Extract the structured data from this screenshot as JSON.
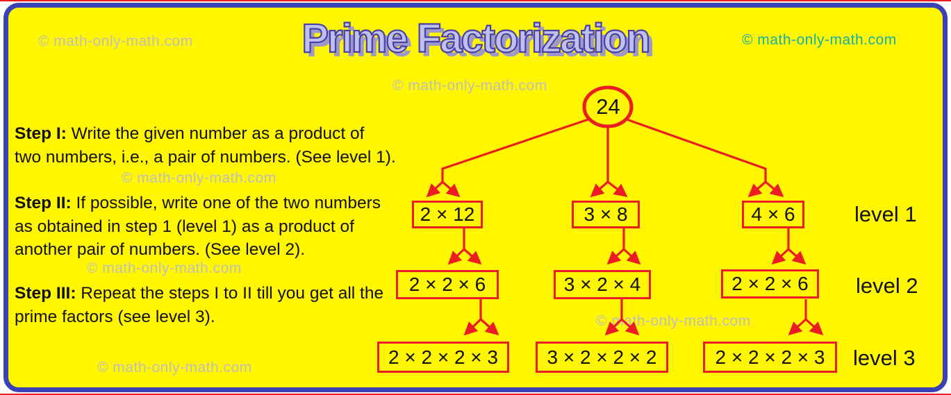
{
  "title": "Prime Factorization",
  "watermark": "© math-only-math.com",
  "steps": [
    {
      "label": "Step I:",
      "text": " Write the given number as a product of\ntwo numbers, i.e., a pair of numbers. (See level 1)."
    },
    {
      "label": "Step II:",
      "text": " If possible, write one of the two numbers\nas obtained in step 1 (level 1) as a product of\nanother pair of numbers. (See level 2)."
    },
    {
      "label": "Step III:",
      "text": " Repeat the steps I to II till you get all the\nprime factors (see level 3)."
    }
  ],
  "tree": {
    "root": "24",
    "levels": [
      {
        "label": "level 1",
        "nodes": [
          "2 × 12",
          "3 × 8",
          "4 × 6"
        ]
      },
      {
        "label": "level 2",
        "nodes": [
          "2 × 2 × 6",
          "3 × 2 × 4",
          "2 × 2 × 6"
        ]
      },
      {
        "label": "level 3",
        "nodes": [
          "2 × 2 × 2 × 3",
          "3 × 2 × 2 × 2",
          "2 × 2 × 2 × 3"
        ]
      }
    ]
  },
  "colors": {
    "accent_red": "#EC1C24",
    "panel_border_blue": "#3B42B6",
    "background_yellow": "#FFF600",
    "title_fill": "#BEC0EE",
    "title_outline": "#4B3FA5",
    "title_shadow": "#9D99CB",
    "watermark_gray": "#BFBFBF",
    "watermark_teal": "#12B2A4",
    "text_black": "#111111"
  }
}
